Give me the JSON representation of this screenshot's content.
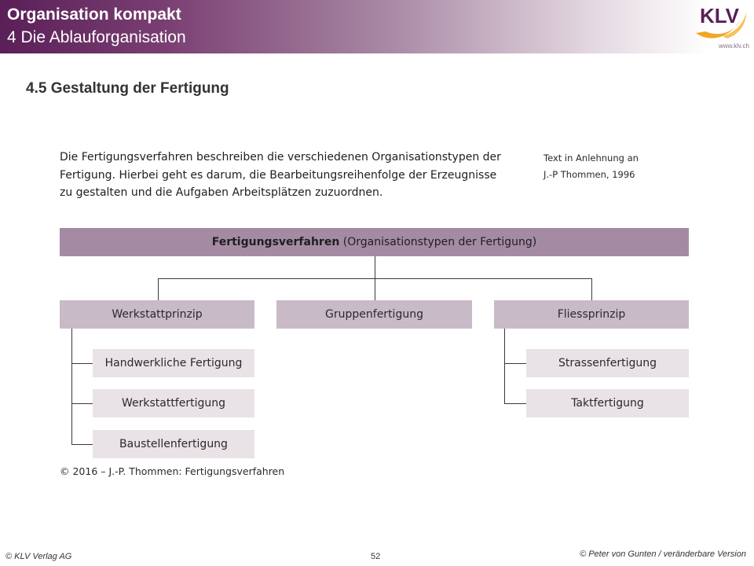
{
  "header": {
    "title": "Organisation kompakt",
    "subtitle": "4 Die Ablauforganisation"
  },
  "logo": {
    "text": "KLV",
    "url": "www.klv.ch",
    "text_color": "#5a1f57",
    "swoosh_color": "#f0a623"
  },
  "section_title": "4.5 Gestaltung der Fertigung",
  "intro": {
    "text": "Die Fertigungsverfahren beschreiben die verschiedenen Organisationstypen der\nFertigung. Hierbei geht es darum, die Bearbeitungsreihenfolge der Erzeugnisse\nzu gestalten und die Aufgaben Arbeitsplätzen zuzuordnen.",
    "source_note": "Text in Anlehnung an\nJ.-P Thommen, 1996"
  },
  "diagram": {
    "root": {
      "label_bold": "Fertigungsverfahren",
      "label_rest": " (Organisationstypen der Fertigung)"
    },
    "level1": [
      {
        "label": "Werkstattprinzip"
      },
      {
        "label": "Gruppenfertigung"
      },
      {
        "label": "Fliessprinzip"
      }
    ],
    "werkstatt_children": [
      {
        "label": "Handwerkliche Fertigung"
      },
      {
        "label": "Werkstattfertigung"
      },
      {
        "label": "Baustellenfertigung"
      }
    ],
    "fliess_children": [
      {
        "label": "Strassenfertigung"
      },
      {
        "label": "Taktfertigung"
      }
    ],
    "colors": {
      "root_fill": "#a48ba3",
      "level1_fill": "#c9bac8",
      "level2_fill": "#e9e3e8",
      "connector": "#3a3a3a"
    }
  },
  "copyright": "© 2016 – J.-P. Thommen: Fertigungsverfahren",
  "footer": {
    "left": "© KLV Verlag AG",
    "page": "52",
    "right": "© Peter von Gunten / veränderbare Version"
  }
}
